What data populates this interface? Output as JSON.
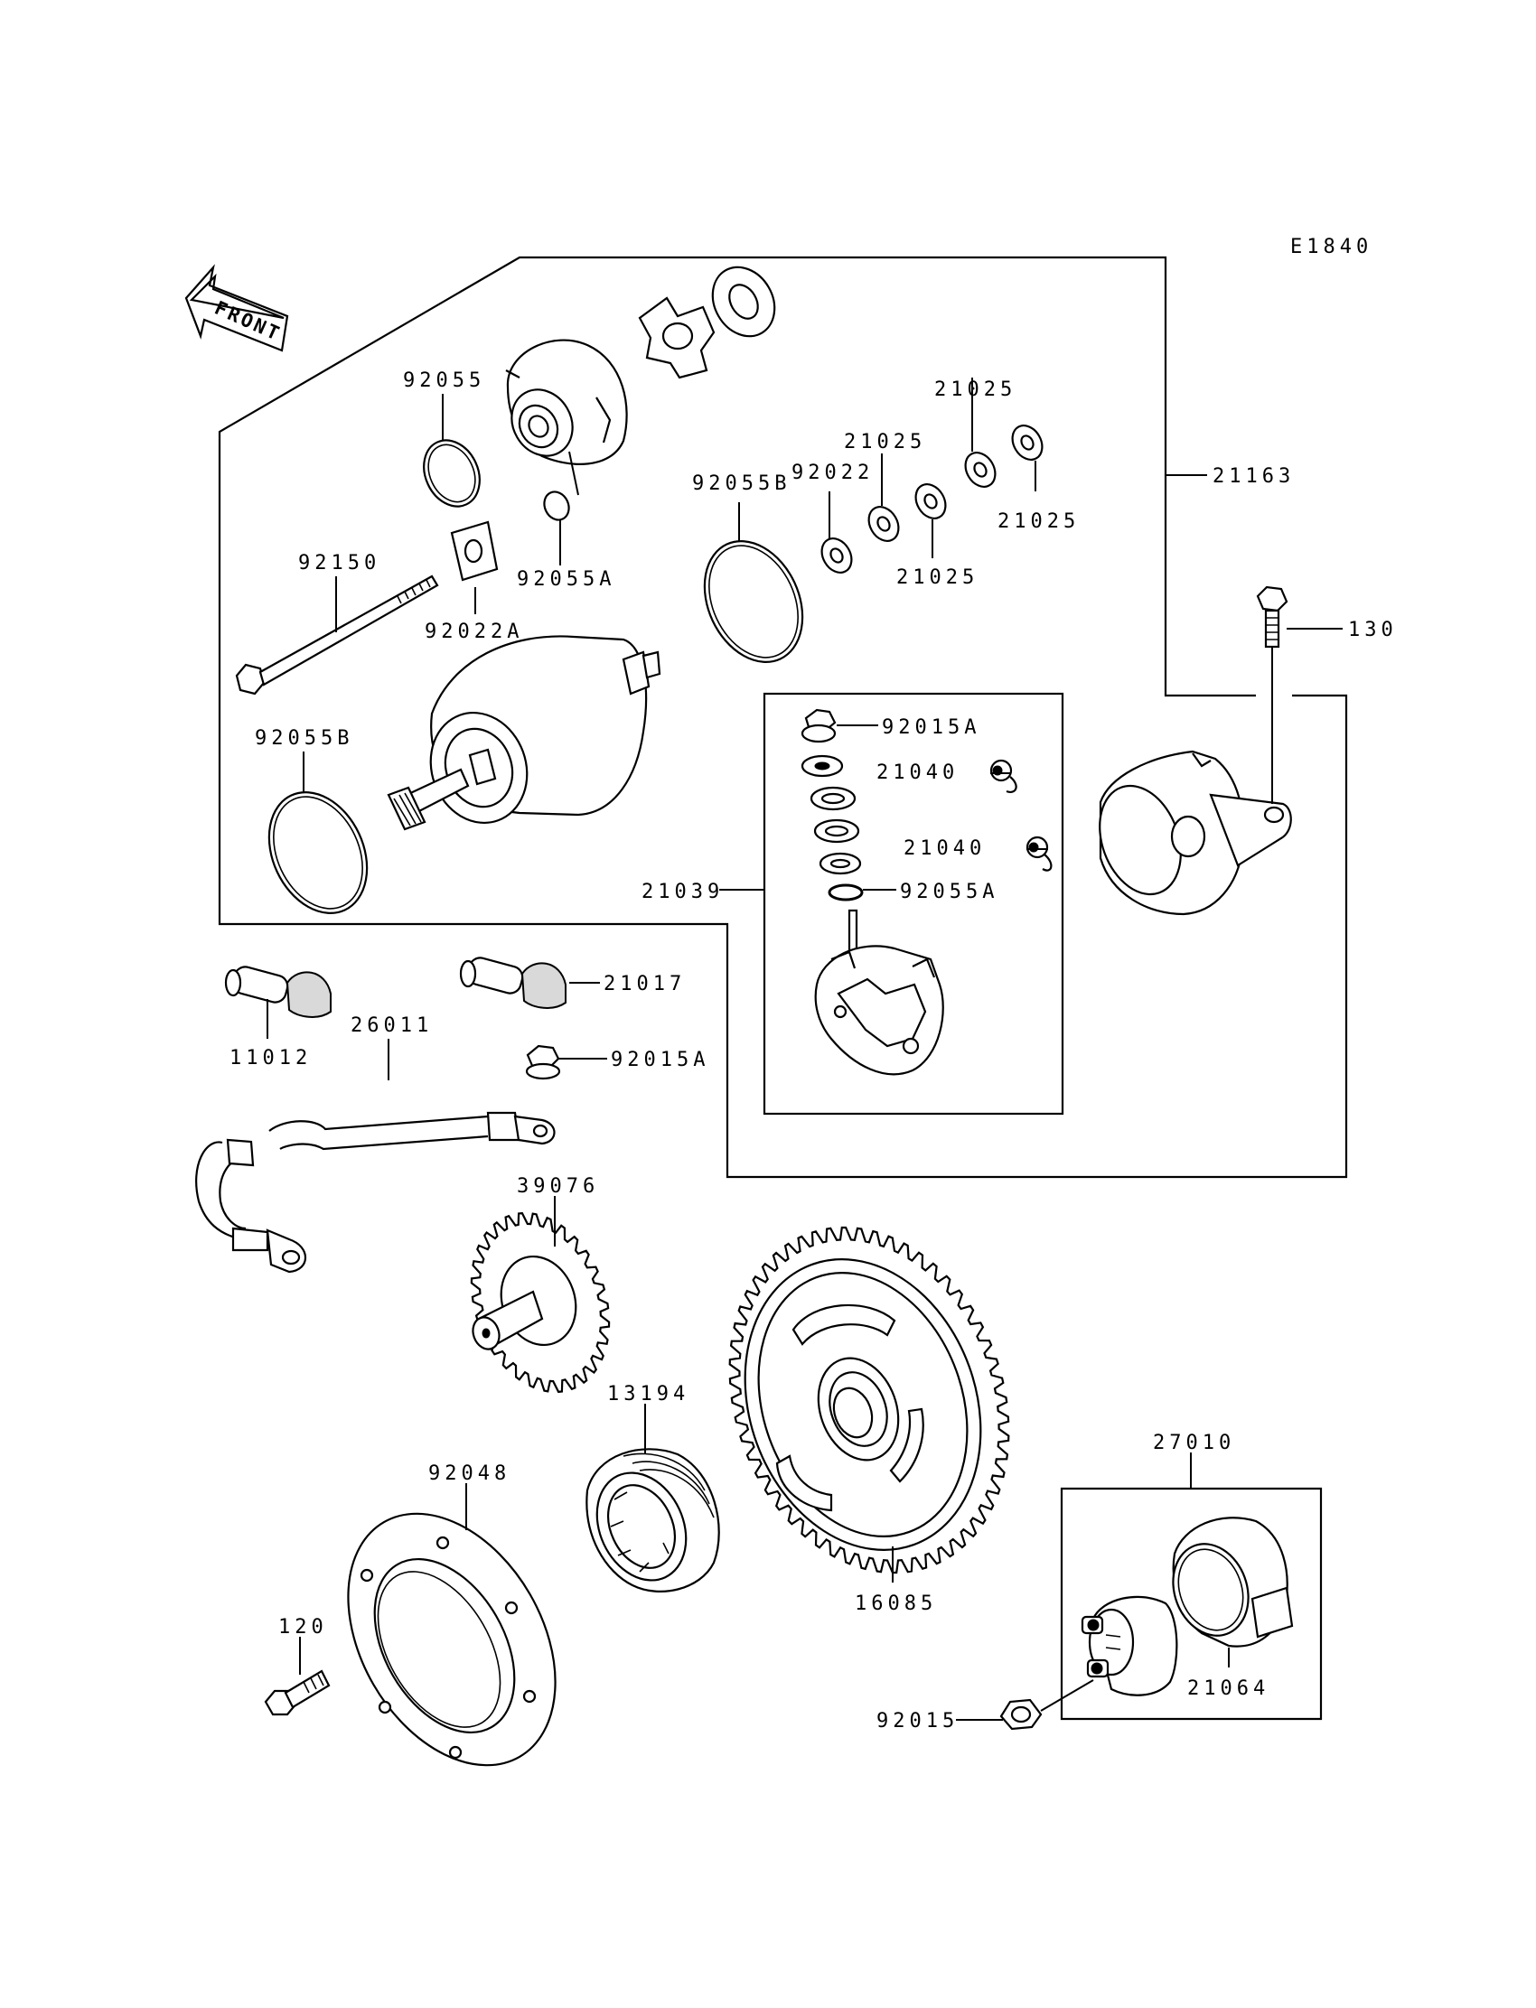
{
  "diagram": {
    "code": "E1840",
    "front_label": "FRONT",
    "parts": [
      {
        "id": "92055",
        "label": "92055"
      },
      {
        "id": "92055A_top",
        "label": "92055A"
      },
      {
        "id": "92150",
        "label": "92150"
      },
      {
        "id": "92022A",
        "label": "92022A"
      },
      {
        "id": "92055B_left",
        "label": "92055B"
      },
      {
        "id": "92055B_mid",
        "label": "92055B"
      },
      {
        "id": "92022",
        "label": "92022"
      },
      {
        "id": "21025_a",
        "label": "21025"
      },
      {
        "id": "21025_b",
        "label": "21025"
      },
      {
        "id": "21025_c",
        "label": "21025"
      },
      {
        "id": "21025_d",
        "label": "21025"
      },
      {
        "id": "21163",
        "label": "21163"
      },
      {
        "id": "130",
        "label": "130"
      },
      {
        "id": "92015A_top",
        "label": "92015A"
      },
      {
        "id": "21040_a",
        "label": "21040"
      },
      {
        "id": "21040_b",
        "label": "21040"
      },
      {
        "id": "21039",
        "label": "21039"
      },
      {
        "id": "92055A_box",
        "label": "92055A"
      },
      {
        "id": "21017",
        "label": "21017"
      },
      {
        "id": "11012",
        "label": "11012"
      },
      {
        "id": "26011",
        "label": "26011"
      },
      {
        "id": "92015A_low",
        "label": "92015A"
      },
      {
        "id": "39076",
        "label": "39076"
      },
      {
        "id": "13194",
        "label": "13194"
      },
      {
        "id": "92048",
        "label": "92048"
      },
      {
        "id": "16085",
        "label": "16085"
      },
      {
        "id": "27010",
        "label": "27010"
      },
      {
        "id": "21064",
        "label": "21064"
      },
      {
        "id": "120",
        "label": "120"
      },
      {
        "id": "92015",
        "label": "92015"
      }
    ]
  }
}
